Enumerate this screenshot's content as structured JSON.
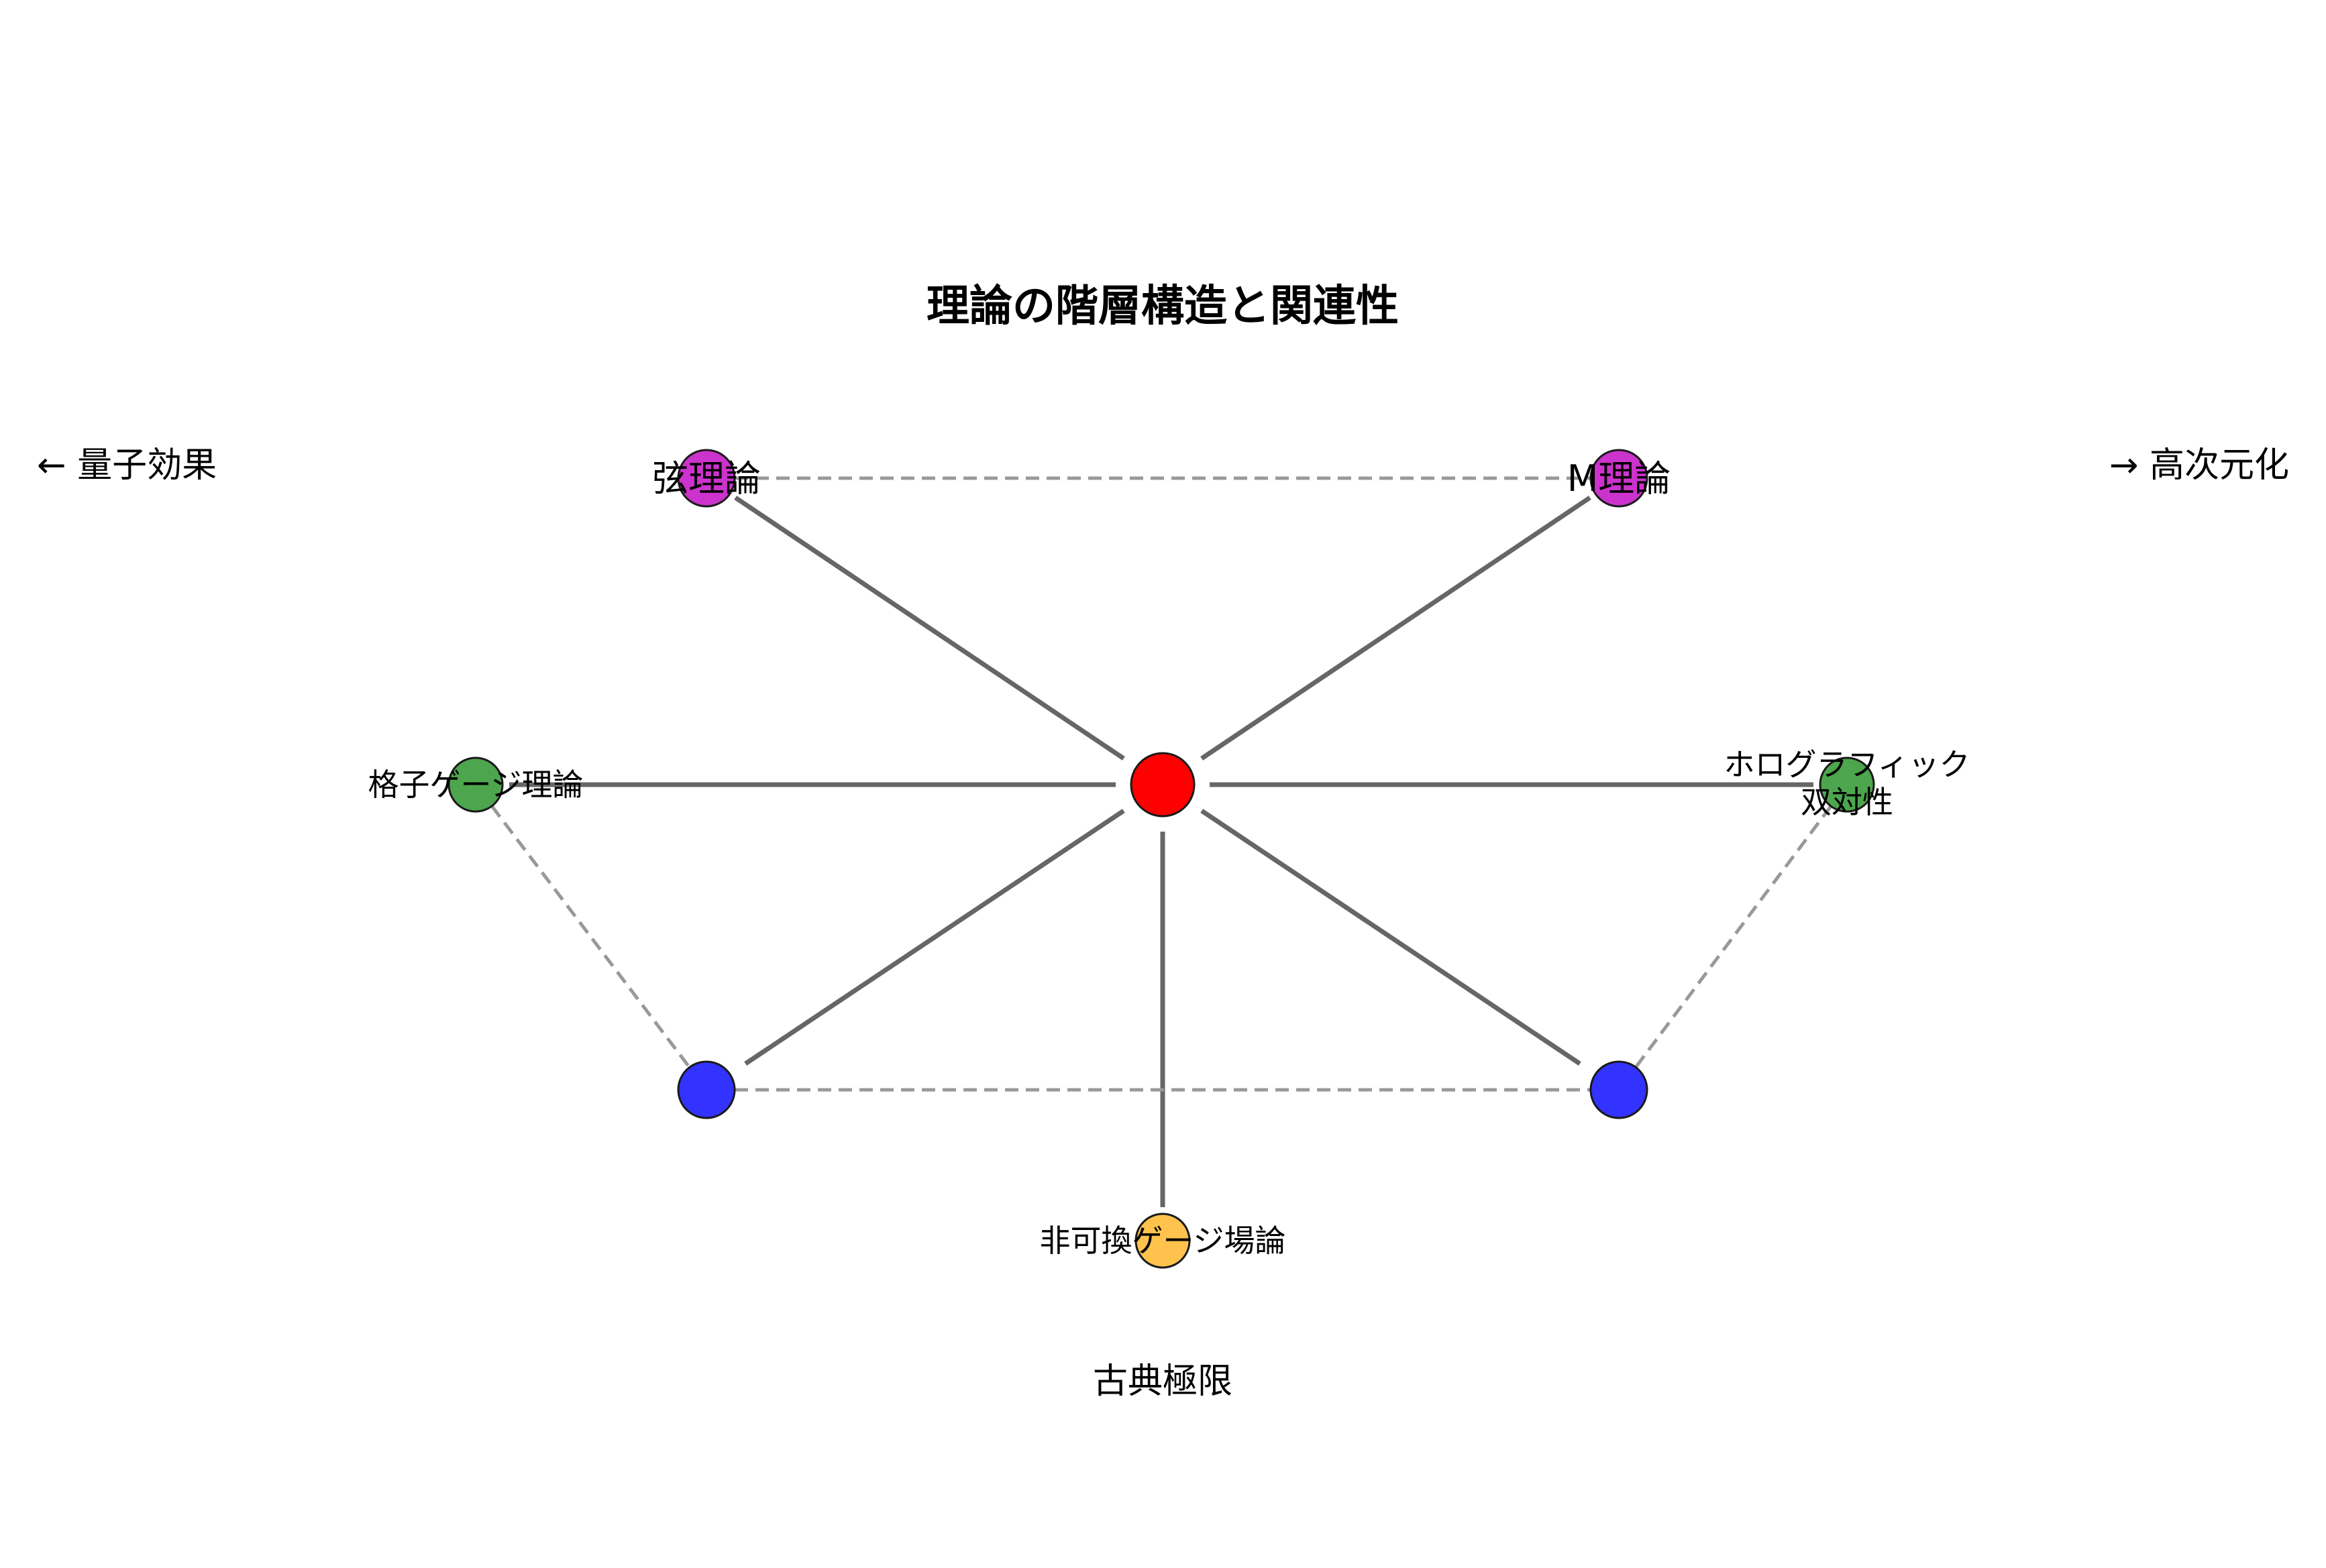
{
  "title": "理論の階層構造と関連性",
  "directions": {
    "left": "← 量子効果",
    "right": "→ 高次元化",
    "bottom": "古典極限"
  },
  "colors": {
    "center": "#ff0000",
    "top": "#cc33cc",
    "side": "#4da64d",
    "lower": "#3333ff",
    "bottom": "#ffc34d",
    "solid_edge": "#666666",
    "dashed_edge": "#999999"
  },
  "nodes": [
    {
      "id": "center",
      "label": "",
      "color_key": "center"
    },
    {
      "id": "string",
      "label": "弦理論",
      "color_key": "top"
    },
    {
      "id": "m",
      "label": "M理論",
      "color_key": "top"
    },
    {
      "id": "lattice",
      "label": "格子ゲージ理論",
      "color_key": "side"
    },
    {
      "id": "holo",
      "label": "ホログラフィック\n双対性",
      "color_key": "side"
    },
    {
      "id": "lower_left",
      "label": "",
      "color_key": "lower"
    },
    {
      "id": "lower_right",
      "label": "",
      "color_key": "lower"
    },
    {
      "id": "noncomm",
      "label": "非可換ゲージ場論",
      "color_key": "bottom"
    }
  ],
  "edges": [
    {
      "from": "center",
      "to": "string",
      "style": "solid"
    },
    {
      "from": "center",
      "to": "m",
      "style": "solid"
    },
    {
      "from": "center",
      "to": "lattice",
      "style": "solid"
    },
    {
      "from": "center",
      "to": "holo",
      "style": "solid"
    },
    {
      "from": "center",
      "to": "lower_left",
      "style": "solid"
    },
    {
      "from": "center",
      "to": "lower_right",
      "style": "solid"
    },
    {
      "from": "center",
      "to": "noncomm",
      "style": "solid"
    },
    {
      "from": "string",
      "to": "m",
      "style": "dashed"
    },
    {
      "from": "lattice",
      "to": "lower_left",
      "style": "dashed"
    },
    {
      "from": "holo",
      "to": "lower_right",
      "style": "dashed"
    },
    {
      "from": "lower_left",
      "to": "lower_right",
      "style": "dashed"
    }
  ]
}
